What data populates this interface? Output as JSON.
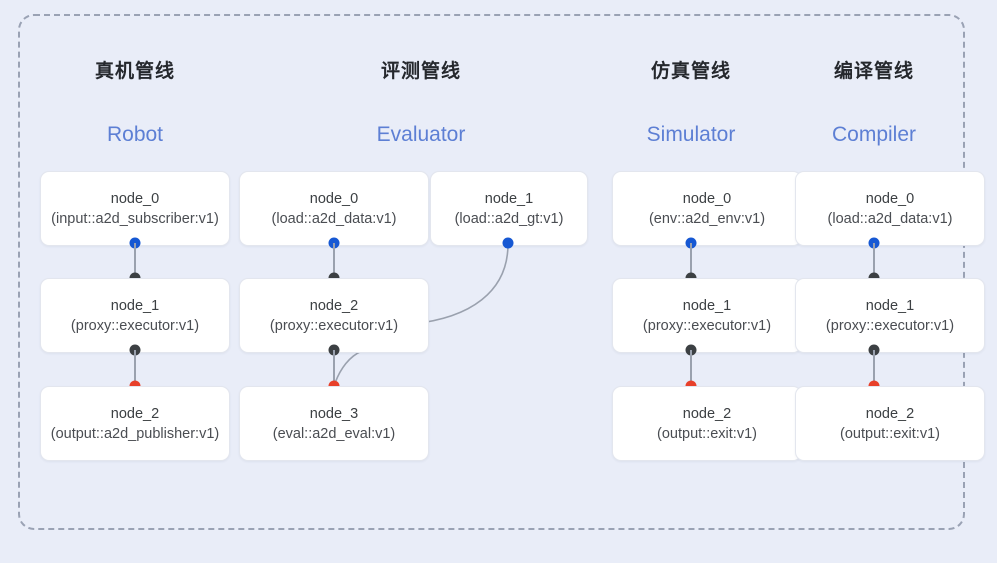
{
  "diagram": {
    "title_cn": "",
    "frame_style": "dashed-rounded",
    "background_color": "#e9edf8",
    "accent_color": "#5d7fd4"
  },
  "colors": {
    "port_input": "#1658d3",
    "port_mid": "#3c4043",
    "port_output": "#e8402a",
    "edge": "#9aa1ae",
    "node_bg": "#ffffff",
    "node_border": "#e3e6ee",
    "header_cn": "#25282d",
    "header_en": "#5d7fd4",
    "frame_border": "#9aa2b4"
  },
  "columns": [
    {
      "id": "robot",
      "label_cn": "真机管线",
      "label_en": "Robot",
      "nodes": [
        {
          "name": "node_0",
          "spec": "(input::a2d_subscriber:v1)"
        },
        {
          "name": "node_1",
          "spec": "(proxy::executor:v1)"
        },
        {
          "name": "node_2",
          "spec": "(output::a2d_publisher:v1)"
        }
      ]
    },
    {
      "id": "evaluator",
      "label_cn": "评测管线",
      "label_en": "Evaluator",
      "nodes": [
        {
          "name": "node_0",
          "spec": "(load::a2d_data:v1)"
        },
        {
          "name": "node_2",
          "spec": "(proxy::executor:v1)"
        },
        {
          "name": "node_3",
          "spec": "(eval::a2d_eval:v1)"
        }
      ],
      "side_nodes": [
        {
          "name": "node_1",
          "spec": "(load::a2d_gt:v1)"
        }
      ]
    },
    {
      "id": "simulator",
      "label_cn": "仿真管线",
      "label_en": "Simulator",
      "nodes": [
        {
          "name": "node_0",
          "spec": "(env::a2d_env:v1)"
        },
        {
          "name": "node_1",
          "spec": "(proxy::executor:v1)"
        },
        {
          "name": "node_2",
          "spec": "(output::exit:v1)"
        }
      ]
    },
    {
      "id": "compiler",
      "label_cn": "编译管线",
      "label_en": "Compiler",
      "nodes": [
        {
          "name": "node_0",
          "spec": "(load::a2d_data:v1)"
        },
        {
          "name": "node_1",
          "spec": "(proxy::executor:v1)"
        },
        {
          "name": "node_2",
          "spec": "(output::exit:v1)"
        }
      ]
    }
  ]
}
